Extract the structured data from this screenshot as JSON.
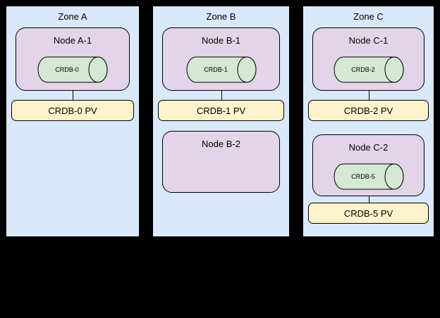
{
  "colors": {
    "background": "#000000",
    "zone_fill": "#dae8fc",
    "node_fill": "#e1d5e7",
    "pv_fill": "#fff2cc",
    "pod_fill": "#d5e8d4",
    "border": "#000000"
  },
  "zones": [
    {
      "label": "Zone A",
      "nodes": [
        {
          "label": "Node A-1",
          "pod": "CRDB-0",
          "pv": "CRDB-0 PV"
        }
      ]
    },
    {
      "label": "Zone B",
      "nodes": [
        {
          "label": "Node B-1",
          "pod": "CRDB-1",
          "pv": "CRDB-1 PV"
        },
        {
          "label": "Node B-2"
        }
      ]
    },
    {
      "label": "Zone C",
      "nodes": [
        {
          "label": "Node C-1",
          "pod": "CRDB-2",
          "pv": "CRDB-2 PV"
        },
        {
          "label": "Node C-2",
          "pod": "CRDB-5",
          "pv": "CRDB-5 PV"
        }
      ]
    }
  ]
}
